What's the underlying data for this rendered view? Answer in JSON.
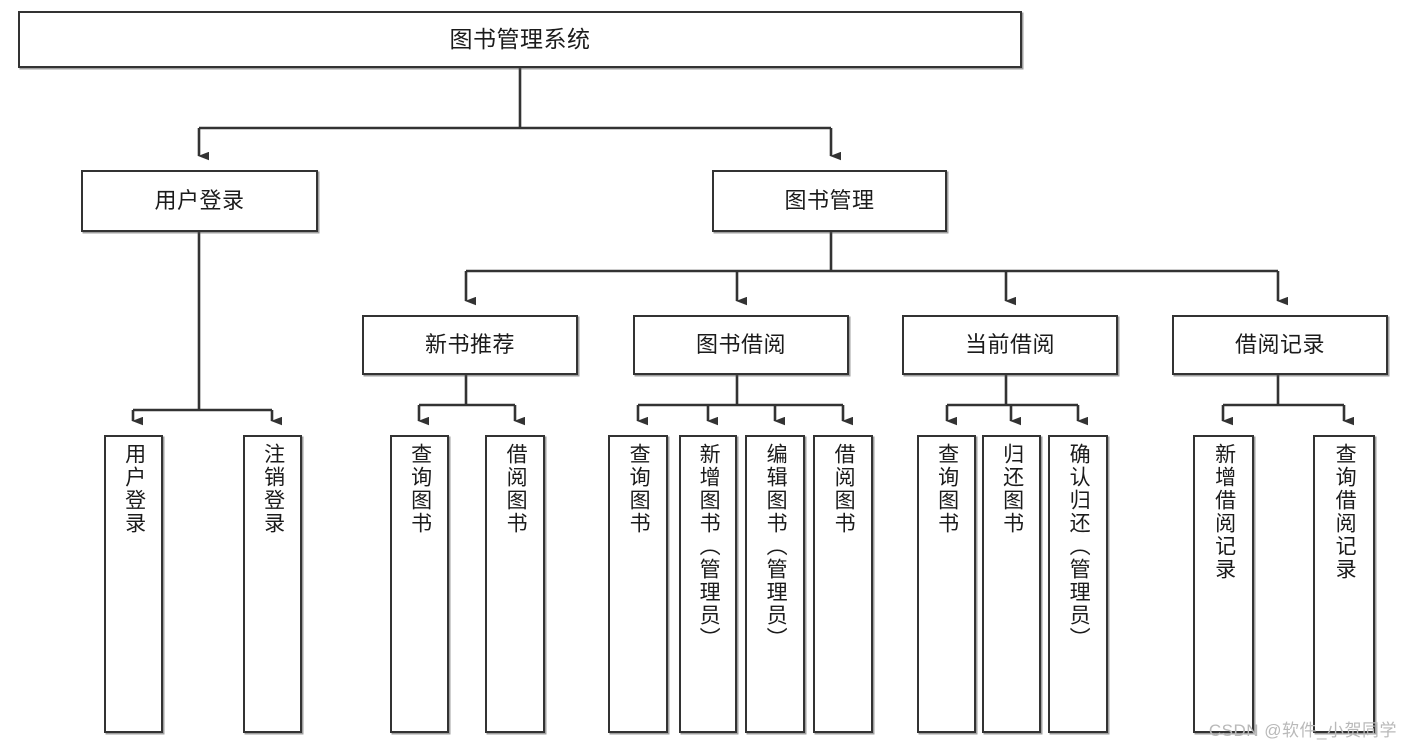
{
  "diagram": {
    "title": "图书管理系统",
    "type": "功能结构图",
    "colors": {
      "box_border": "#333333",
      "box_fill": "#ffffff",
      "connector": "#333333",
      "text": "#1b1b1b",
      "watermark": "#b9b9b9",
      "background": "#ffffff"
    }
  },
  "root": {
    "label": "图书管理系统"
  },
  "level2": [
    {
      "label": "用户登录"
    },
    {
      "label": "图书管理"
    }
  ],
  "level3": [
    {
      "label": "新书推荐"
    },
    {
      "label": "图书借阅"
    },
    {
      "label": "当前借阅"
    },
    {
      "label": "借阅记录"
    }
  ],
  "leaves": {
    "user_login": [
      {
        "label": "用户登录"
      },
      {
        "label": "注销登录"
      }
    ],
    "new_book": [
      {
        "label": "查询图书"
      },
      {
        "label": "借阅图书"
      }
    ],
    "book_borrow": [
      {
        "label": "查询图书"
      },
      {
        "label": "新增图书（管理员）"
      },
      {
        "label": "编辑图书（管理员）"
      },
      {
        "label": "借阅图书"
      }
    ],
    "current_borrow": [
      {
        "label": "查询图书"
      },
      {
        "label": "归还图书"
      },
      {
        "label": "确认归还（管理员）"
      }
    ],
    "borrow_record": [
      {
        "label": "新增借阅记录"
      },
      {
        "label": "查询借阅记录"
      }
    ]
  },
  "watermark": {
    "text": "CSDN @软件_小贺同学"
  }
}
